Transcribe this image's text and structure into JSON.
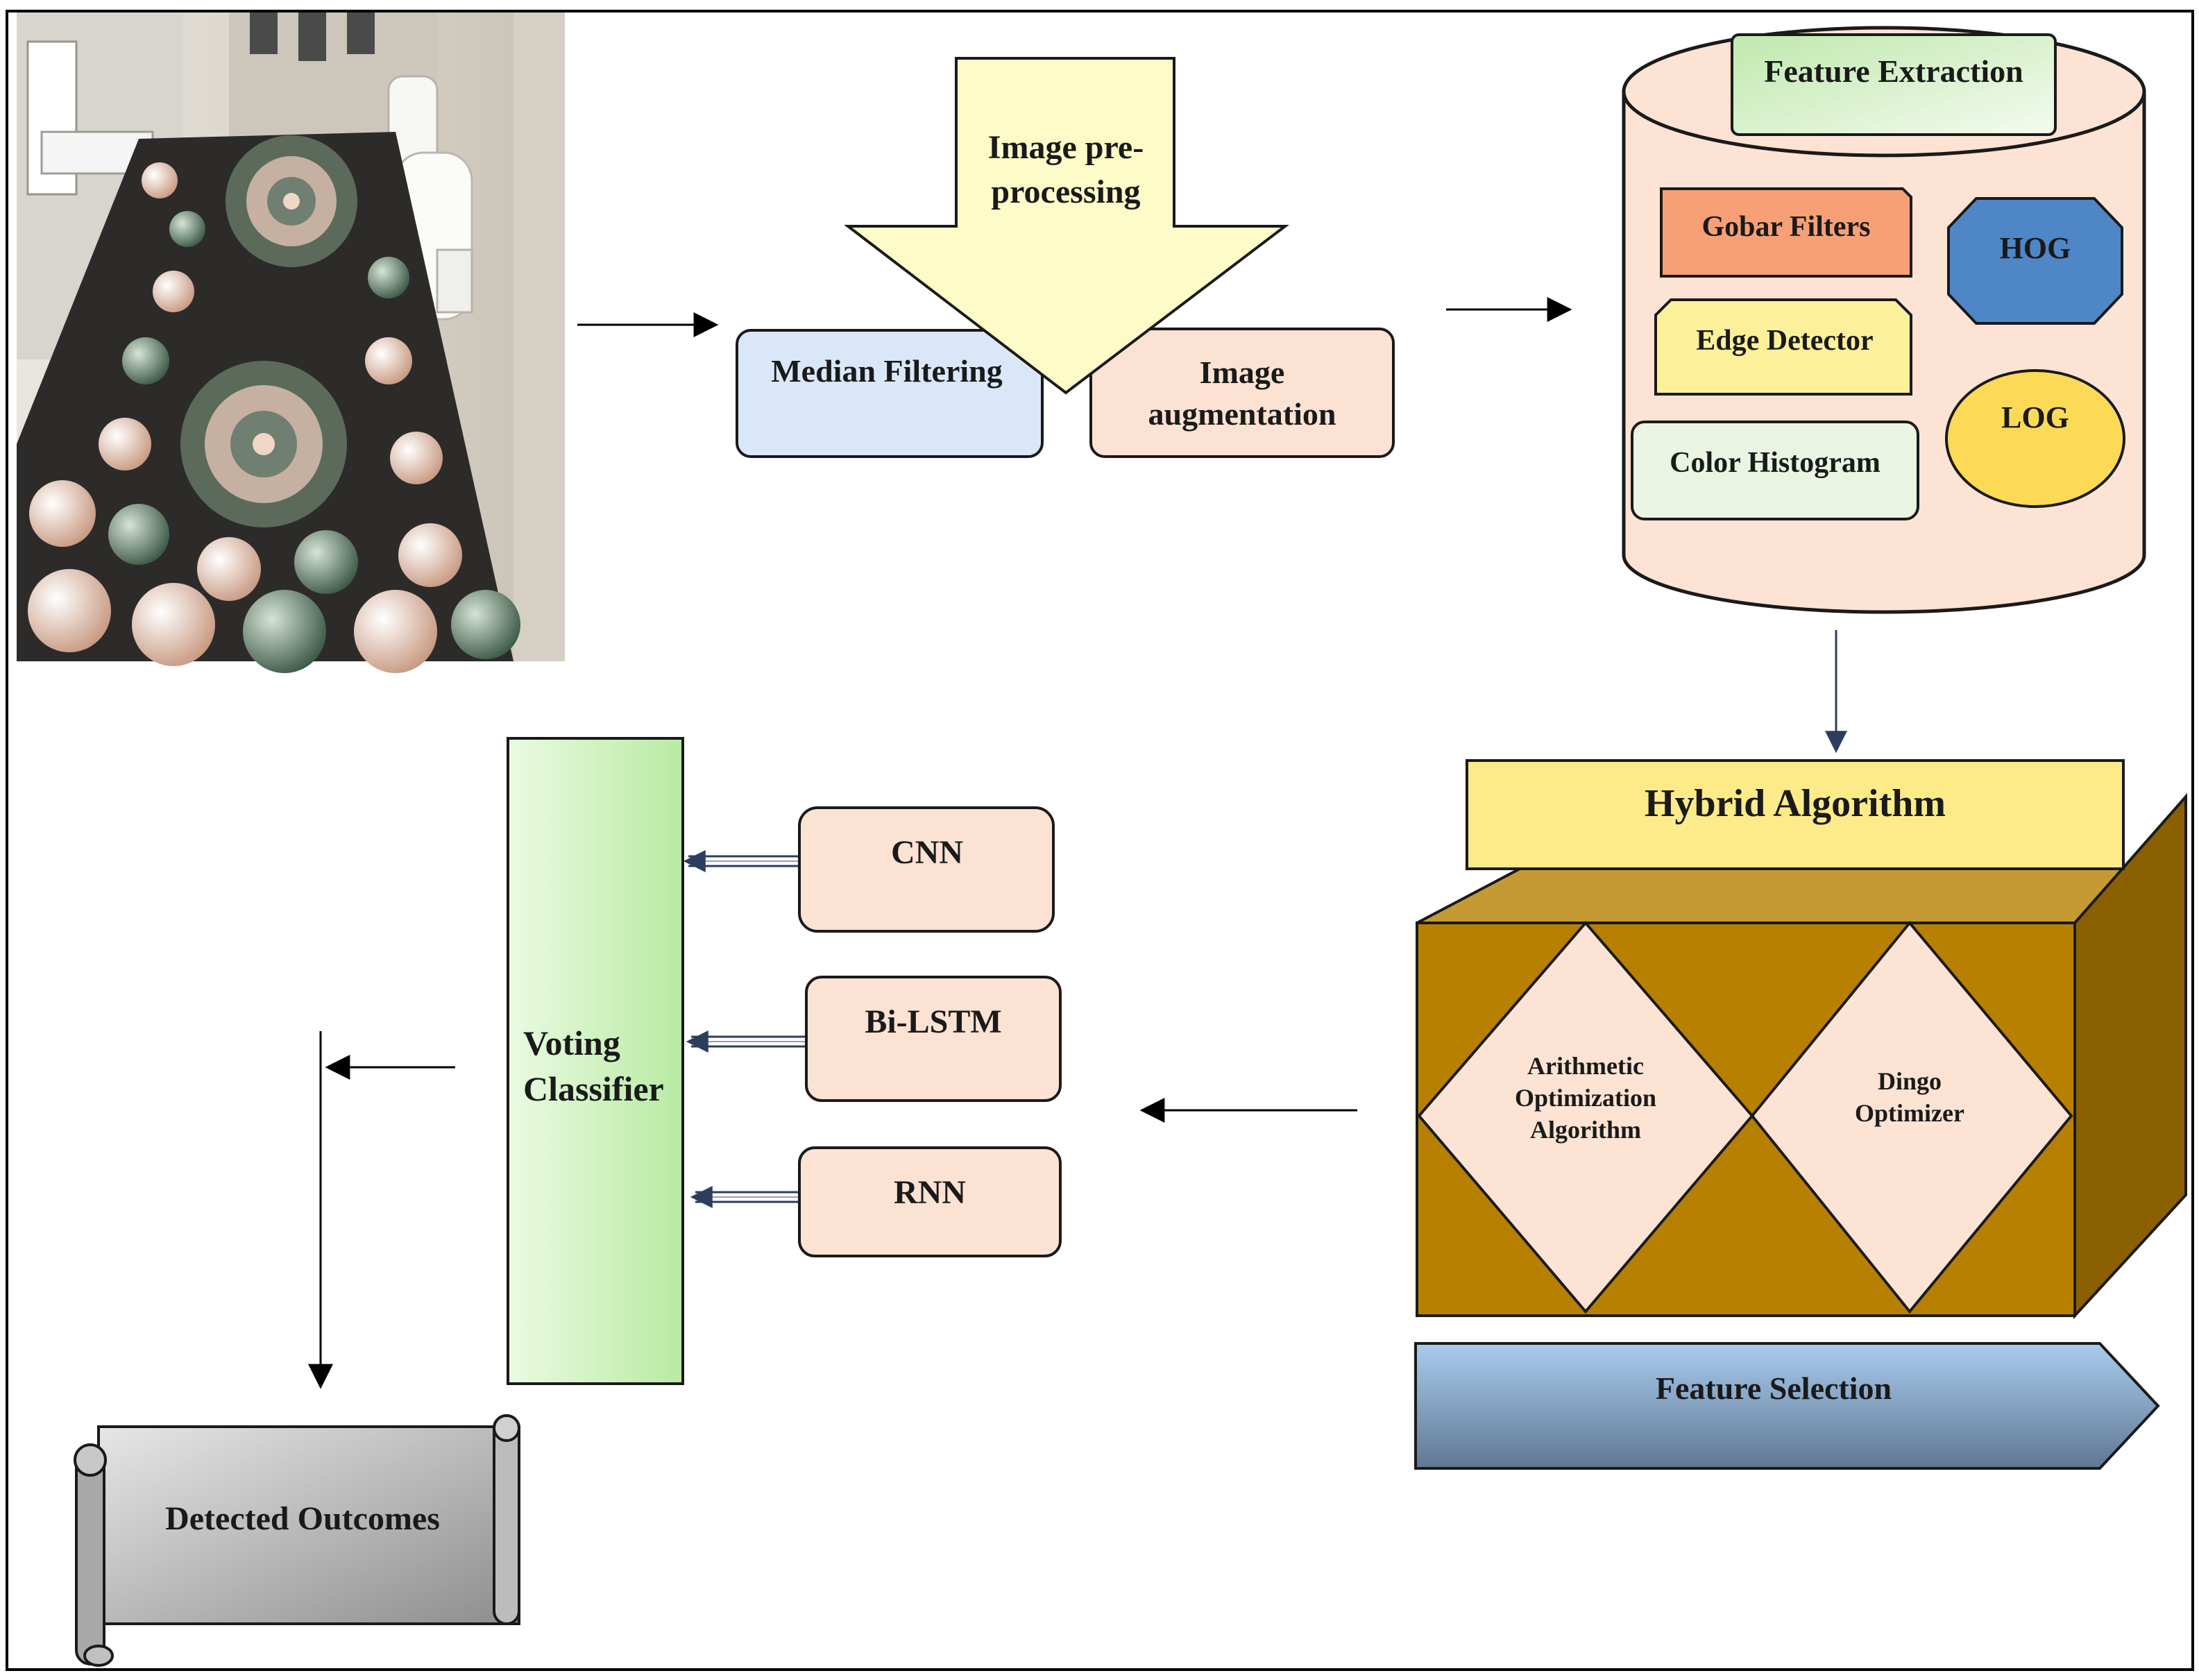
{
  "preprocessing": {
    "title_line1": "Image pre-",
    "title_line2": "processing",
    "median_filtering": "Median Filtering",
    "augmentation_line1": "Image",
    "augmentation_line2": "augmentation"
  },
  "feature_extraction": {
    "title": "Feature Extraction",
    "gobar_filters": "Gobar Filters",
    "hog": "HOG",
    "edge_detector": "Edge Detector",
    "log": "LOG",
    "color_histogram": "Color Histogram"
  },
  "hybrid": {
    "title": "Hybrid Algorithm",
    "aoa_line1": "Arithmetic",
    "aoa_line2": "Optimization",
    "aoa_line3": "Algorithm",
    "dingo_line1": "Dingo",
    "dingo_line2": "Optimizer",
    "feature_selection": "Feature Selection"
  },
  "classifier": {
    "voting_line1": "Voting",
    "voting_line2": "Classifier",
    "cnn": "CNN",
    "bilstm": "Bi-LSTM",
    "rnn": "RNN"
  },
  "output": {
    "detected": "Detected Outcomes"
  },
  "colors": {
    "arrow_fill": "#fdfbc8",
    "median_fill": "#dae7f8",
    "peach_fill": "#fce2d3",
    "cylinder_fill": "#fde3d3",
    "feature_title_fill": "#dff5d5",
    "gobar_fill": "#f7a077",
    "hog_fill": "#4f86c6",
    "edge_fill": "#fdf09b",
    "log_fill": "#fdda55",
    "histogram_fill": "#e9f5e2",
    "hybrid_title_fill": "#fdeb8a",
    "box_front": "#b88000",
    "box_top": "#c69a32",
    "box_side": "#8a6000",
    "diamond_fill": "#fde3d3",
    "voting_fill": "#d5f3c8",
    "scroll_fill": "#b8b8b8"
  }
}
